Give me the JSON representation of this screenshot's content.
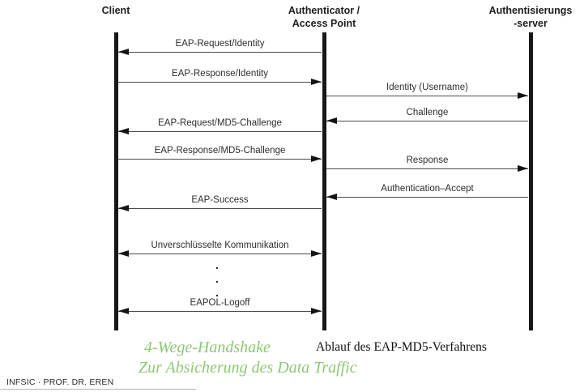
{
  "diagram": {
    "actors": [
      {
        "id": "client",
        "label": "Client"
      },
      {
        "id": "ap",
        "label": "Authenticator /\nAccess Point"
      },
      {
        "id": "server",
        "label": "Authentisierungs\n-server"
      }
    ],
    "messages": [
      {
        "label": "EAP-Request/Identity",
        "from": "ap",
        "to": "client",
        "bidirectional": false
      },
      {
        "label": "EAP-Response/Identity",
        "from": "client",
        "to": "ap",
        "bidirectional": false
      },
      {
        "label": "Identity (Username)",
        "from": "ap",
        "to": "server",
        "bidirectional": false
      },
      {
        "label": "Challenge",
        "from": "server",
        "to": "ap",
        "bidirectional": false
      },
      {
        "label": "EAP-Request/MD5-Challenge",
        "from": "ap",
        "to": "client",
        "bidirectional": false
      },
      {
        "label": "EAP-Response/MD5-Challenge",
        "from": "client",
        "to": "ap",
        "bidirectional": false
      },
      {
        "label": "Response",
        "from": "ap",
        "to": "server",
        "bidirectional": false
      },
      {
        "label": "Authentication–Accept",
        "from": "server",
        "to": "ap",
        "bidirectional": false
      },
      {
        "label": "EAP-Success",
        "from": "ap",
        "to": "client",
        "bidirectional": false
      },
      {
        "label": "Unverschlüsselte Kommunikation",
        "from": "client",
        "to": "ap",
        "bidirectional": true
      },
      {
        "label": "EAPOL-Logoff",
        "from": "client",
        "to": "ap",
        "bidirectional": true
      }
    ],
    "ellipsis": ".\n.\n."
  },
  "captions": {
    "diagram_caption": "Ablauf des EAP-MD5-Verfahrens",
    "handshake_title": "4-Wege-Handshake",
    "handshake_subtitle": "Zur Absicherung des Data Traffic"
  },
  "footer": {
    "text": "INFSIC · PROF. DR. EREN"
  },
  "colors": {
    "note_green": "#8dc874",
    "diagram_ink": "#171717"
  }
}
